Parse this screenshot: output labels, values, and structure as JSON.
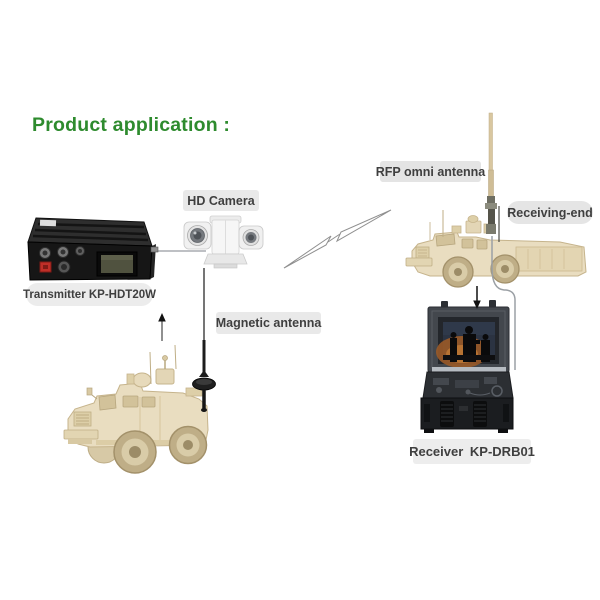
{
  "title": {
    "text": "Product application :"
  },
  "labels": {
    "hd_camera": "HD Camera",
    "transmitter": "Transmitter KP-HDT20W",
    "magnetic_antenna": "Magnetic antenna",
    "rfp_omni_antenna": "RFP omni antenna",
    "receiving_end": "Receiving-end",
    "receiver": "Receiver KP-DRB01"
  },
  "icons": [
    "transmitter-illustration",
    "hd-camera-illustration",
    "magnetic-antenna-illustration",
    "omni-antenna-illustration",
    "left-vehicle-illustration",
    "right-vehicle-illustration",
    "receiver-case-illustration",
    "wireless-bolt-icon",
    "up-arrow-icon",
    "down-arrow-icon"
  ],
  "colors": {
    "title_green": "#2e8b2e",
    "label_background": "#e9e9e9",
    "label_text": "#3f3f3f",
    "vehicle_tan": "#e9ddc0",
    "device_black": "#161616",
    "case_dark": "#1b1d20",
    "screen_olive": "#50523f",
    "screen_sunset_orange": "#9a5a28",
    "connector_line_gray": "#9ba0a5"
  }
}
